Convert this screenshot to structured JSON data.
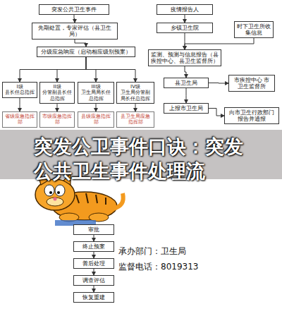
{
  "diagram": {
    "title": "突发公卫事件口诀：突发公共卫生事件处理流",
    "nodes": [
      {
        "text": [
          "突发公共卫生事件"
        ]
      },
      {
        "text": [
          "先期处置，专家评估（县卫生局）"
        ]
      },
      {
        "text": [
          "分级应急响应（启动相应级别预案）"
        ]
      },
      {
        "text": [
          "I级",
          "县长任总指挥"
        ]
      },
      {
        "text": [
          "II级",
          "分管副县长任总指挥"
        ]
      },
      {
        "text": [
          "III级",
          "卫生局局长任总指挥"
        ]
      },
      {
        "text": [
          "IV级",
          "卫生局分管副局长任总指挥"
        ]
      },
      {
        "text": [
          "省级应急指挥部"
        ]
      },
      {
        "text": [
          "市级应急指挥部"
        ]
      },
      {
        "text": [
          "县级应急指挥部"
        ]
      },
      {
        "text": [
          "县卫生局应急指挥部"
        ]
      },
      {
        "text": [
          "疫情报告人"
        ]
      },
      {
        "text": [
          "乡镇卫生院"
        ]
      },
      {
        "text": [
          "时下卫生所收集信息"
        ]
      },
      {
        "text": [
          "监测、预测与信息报告（县疾控中心、县卫生监督所）"
        ]
      },
      {
        "text": [
          "县卫生局"
        ]
      },
      {
        "text": [
          "市疾控中心 市卫生监督所"
        ]
      },
      {
        "text": [
          "上报市卫生局"
        ]
      },
      {
        "text": [
          "向市卫生行政部门报告并通报"
        ]
      },
      {
        "text": [
          "审批"
        ]
      },
      {
        "text": [
          "终止预案"
        ]
      },
      {
        "text": [
          "善后处理"
        ]
      },
      {
        "text": [
          "调查评估"
        ]
      },
      {
        "text": [
          "恢复重建"
        ]
      }
    ],
    "edges": [
      {
        "from": 0,
        "to": 1,
        "arrow": "to"
      },
      {
        "from": 1,
        "to": 2,
        "arrow": "to"
      },
      {
        "from": 2,
        "to": 3,
        "arrow": "to"
      },
      {
        "from": 2,
        "to": 4,
        "arrow": "to"
      },
      {
        "from": 2,
        "to": 5,
        "arrow": "to"
      },
      {
        "from": 2,
        "to": 6,
        "arrow": "to"
      },
      {
        "from": 3,
        "to": 7,
        "arrow": "to"
      },
      {
        "from": 4,
        "to": 8,
        "arrow": "to"
      },
      {
        "from": 5,
        "to": 9,
        "arrow": "to"
      },
      {
        "from": 6,
        "to": 10,
        "arrow": "to"
      },
      {
        "from": 11,
        "to": 12,
        "arrow": "to"
      },
      {
        "from": 12,
        "to": 14,
        "arrow": "to"
      },
      {
        "from": 13,
        "to": 14,
        "arrow": "to"
      },
      {
        "from": 14,
        "to": 15,
        "arrow": "to"
      },
      {
        "from": 15,
        "to": 16,
        "arrow": "to"
      },
      {
        "from": 15,
        "to": 17,
        "arrow": "to"
      },
      {
        "from": 17,
        "to": 18,
        "arrow": "to"
      },
      {
        "from": 19,
        "to": 20,
        "arrow": "to"
      },
      {
        "from": 20,
        "to": 21,
        "arrow": "to"
      },
      {
        "from": 21,
        "to": 22,
        "arrow": "to"
      },
      {
        "from": 22,
        "to": 23,
        "arrow": "to"
      }
    ],
    "labels": [
      "承办部门：卫生局",
      "监督电话：8019313"
    ]
  }
}
